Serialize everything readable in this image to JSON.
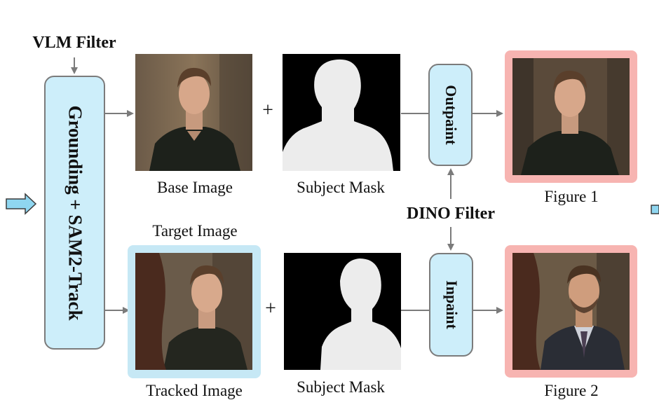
{
  "labels": {
    "vlm_filter": "VLM Filter",
    "grounding_track": "Grounding + SAM2-Track",
    "base_image": "Base Image",
    "subject_mask_top": "Subject Mask",
    "outpaint": "Outpaint",
    "figure_1": "Figure 1",
    "dino_filter": "DINO Filter",
    "target_image": "Target Image",
    "tracked_image": "Tracked Image",
    "subject_mask_bottom": "Subject Mask",
    "inpaint": "Inpaint",
    "figure_2": "Figure 2",
    "plus_top": "+",
    "plus_bottom": "+"
  },
  "colors": {
    "process_box_fill": "#cdeefa",
    "process_box_border": "#7b7b7b",
    "arrow": "#7b7b7b",
    "output_frame": "#f7b4b1",
    "target_frame": "#c6e8f5",
    "input_arrow": "#8fd6f0"
  }
}
